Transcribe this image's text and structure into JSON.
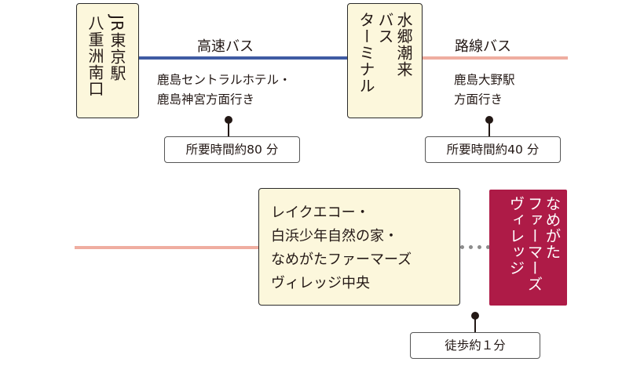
{
  "colors": {
    "highway_bus_line": "#3f5ba3",
    "route_bus_line": "#efada0",
    "walk_line": "#8c8c8c",
    "station_fill": "#fcf7dc",
    "destination_fill": "#ae1b47"
  },
  "stations": {
    "tokyo": {
      "col1": "JR東京駅",
      "col2": "八重洲南口"
    },
    "mito": {
      "col1": "水郷潮来",
      "col2": "バス",
      "col3": "ターミナル"
    },
    "stop": {
      "line1": "レイクエコー・",
      "line2": "白浜少年自然の家・",
      "line3": "なめがたファーマーズ",
      "line4": "ヴィレッジ中央"
    },
    "destination": {
      "col1": "なめがた",
      "col2": "ファーマーズ",
      "col3": "ヴィレッジ"
    }
  },
  "legs": {
    "highway_bus": {
      "label": "高速バス",
      "line1": "鹿島セントラルホテル・",
      "line2": "鹿島神宮方面行き",
      "time": "所要時間約80 分"
    },
    "route_bus": {
      "label": "路線バス",
      "line1": "鹿島大野駅",
      "line2": "方面行き",
      "time": "所要時間約40 分"
    },
    "walk": {
      "time": "徒歩約１分"
    }
  }
}
